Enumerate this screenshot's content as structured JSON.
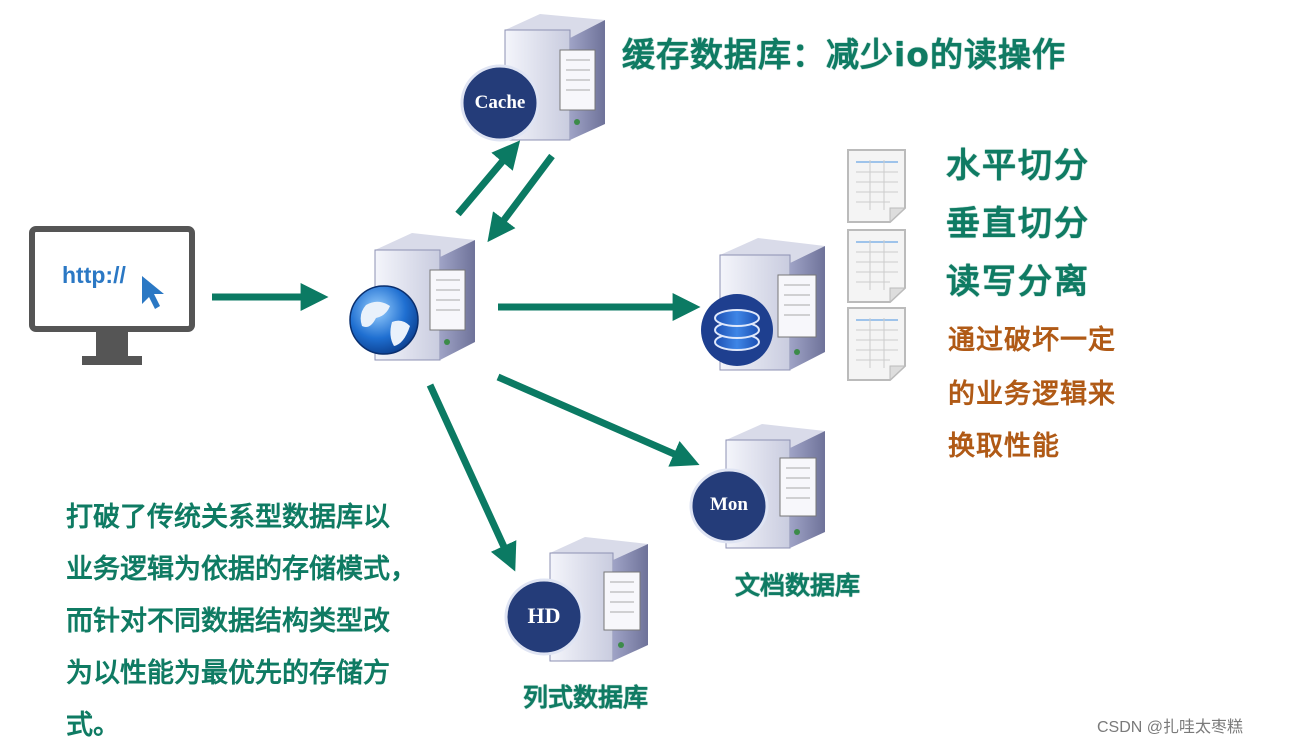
{
  "client": {
    "url_text": "http://"
  },
  "nodes": {
    "cache": {
      "badge": "Cache",
      "label": "缓存数据库：减少io的读操作"
    },
    "relational": {
      "split_labels": [
        "水平切分",
        "垂直切分",
        "读写分离"
      ],
      "note_lines": [
        "通过破坏一定",
        "的业务逻辑来",
        "换取性能"
      ]
    },
    "document": {
      "badge": "Mon",
      "label": "文档数据库"
    },
    "column": {
      "badge": "HD",
      "label": "列式数据库"
    }
  },
  "description_lines": [
    "打破了传统关系型数据库以",
    "业务逻辑为依据的存储模式，",
    "而针对不同数据结构类型改",
    "为以性能为最优先的存储方",
    "式。"
  ],
  "watermark": "CSDN @扎哇太枣糕",
  "colors": {
    "arrow": "#0b7a63",
    "green_text": "#0f7b63",
    "orange_text": "#b05a16",
    "badge_navy": "#243c79",
    "server_body": "#e6e8f2",
    "server_side": "#8a8fb5"
  }
}
